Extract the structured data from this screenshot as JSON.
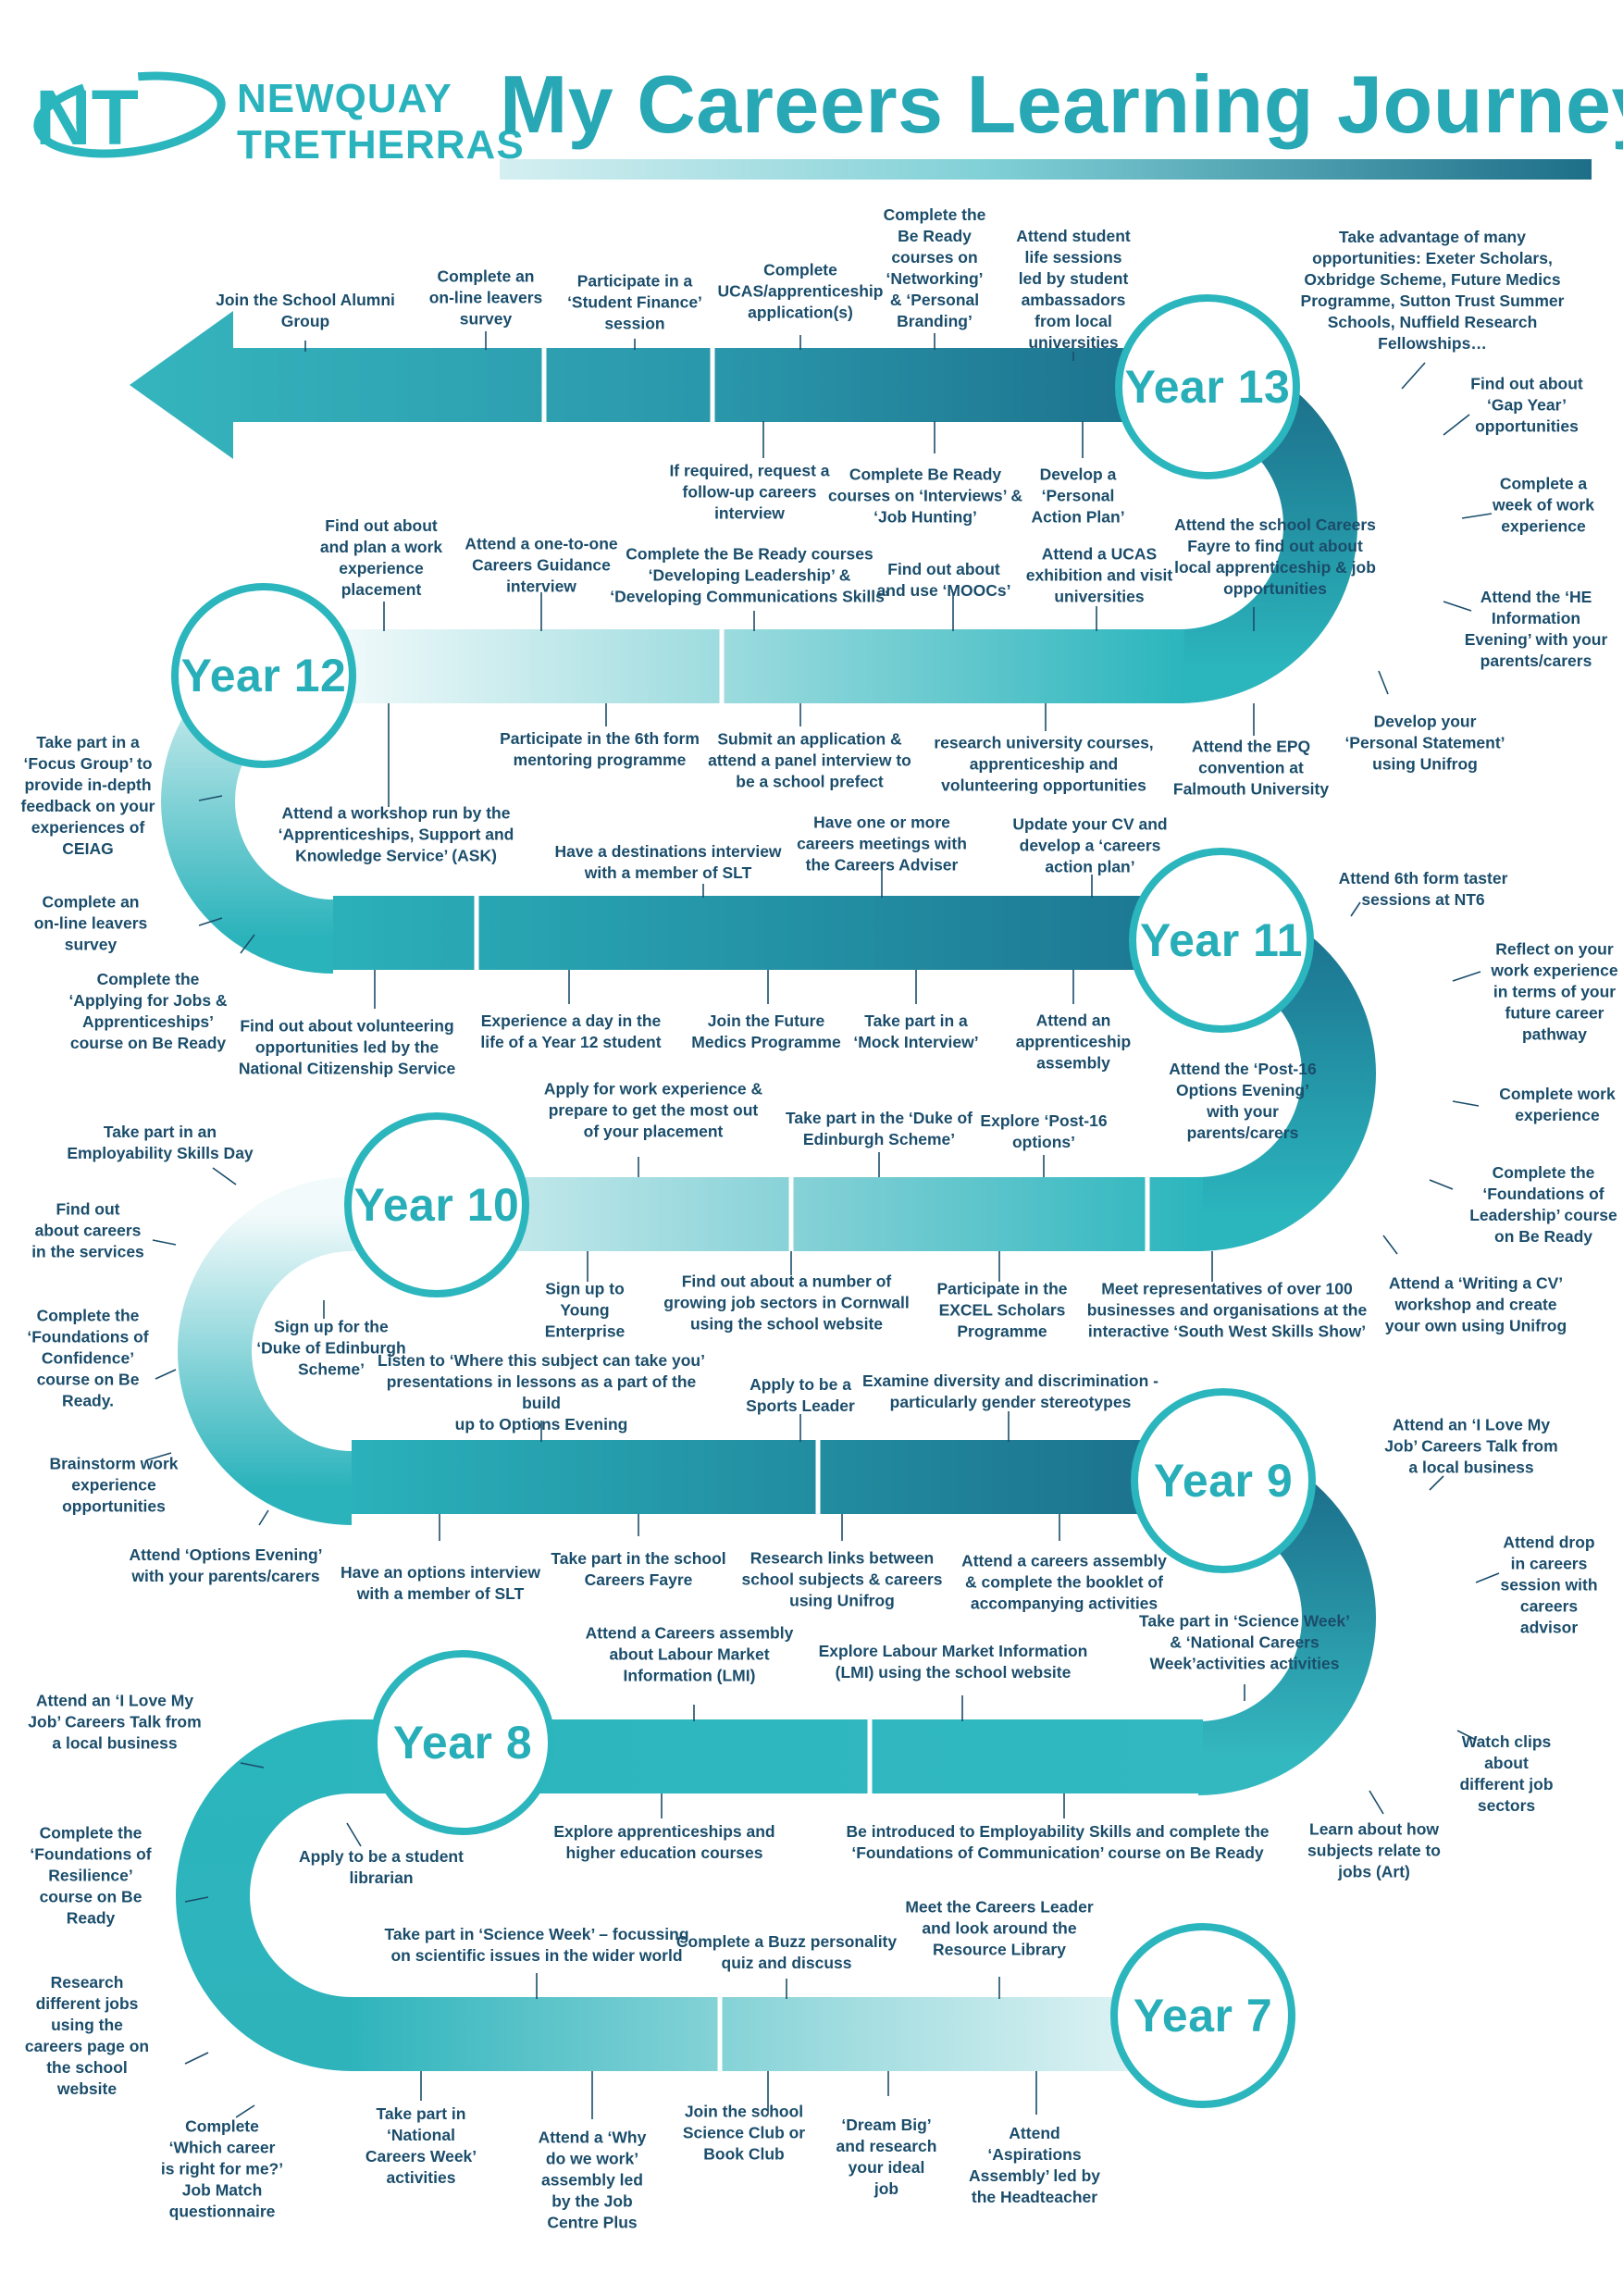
{
  "header": {
    "logo_initials": "NT",
    "brand_line1": "NEWQUAY",
    "brand_line2": "TRETHERRAS",
    "title": "My Careers Learning Journey"
  },
  "colors": {
    "teal": "#2bb5bd",
    "dark_teal": "#1b6e8a",
    "light_teal": "#dff3f4",
    "text": "#1b4d6b"
  },
  "years": [
    {
      "label": "Year 13"
    },
    {
      "label": "Year 12"
    },
    {
      "label": "Year 11"
    },
    {
      "label": "Year 10"
    },
    {
      "label": "Year 9"
    },
    {
      "label": "Year 8"
    },
    {
      "label": "Year 7"
    }
  ],
  "activities": {
    "y13": [
      "Join the School Alumni\nGroup",
      "Complete an\non-line leavers\nsurvey",
      "Participate in a\n‘Student Finance’\nsession",
      "Complete\nUCAS/apprenticeship\napplication(s)",
      "Complete the\nBe Ready\ncourses on\n‘Networking’\n& ‘Personal\nBranding’",
      "Attend student\nlife sessions\nled by student\nambassadors\nfrom local\nuniversities",
      "Take advantage of many\nopportunities: Exeter Scholars,\nOxbridge Scheme, Future Medics\nProgramme, Sutton Trust Summer\nSchools, Nuffield Research\nFellowships…",
      "Find out about\n‘Gap Year’\nopportunities",
      "Complete a\nweek of work\nexperience",
      "Attend the ‘HE\nInformation\nEvening’ with your\nparents/carers",
      "Develop your\n‘Personal Statement’\nusing Unifrog",
      "If required, request a\nfollow-up careers\ninterview",
      "Complete Be Ready\ncourses on ‘Interviews’ &\n‘Job Hunting’",
      "Develop a\n‘Personal\nAction Plan’"
    ],
    "y12": [
      "Find out about\nand plan a work\nexperience\nplacement",
      "Attend a one-to-one\nCareers Guidance\ninterview",
      "Complete the Be Ready courses\n‘Developing Leadership’ &\n‘Developing Communications Skills’",
      "Find out about\nand use ‘MOOCs’",
      "Attend a UCAS\nexhibition and visit\nuniversities",
      "Attend the school Careers\nFayre to find out about\nlocal apprenticeship & job\nopportunities",
      "Participate in the 6th form\nmentoring programme",
      "Submit an application &\nattend a panel interview to\nbe a school prefect",
      "research university courses,\napprenticeship and\nvolunteering opportunities",
      "Attend the EPQ\nconvention at\nFalmouth University",
      "Take part in a\n‘Focus Group’ to\nprovide in-depth\nfeedback on your\nexperiences of\nCEIAG",
      "Attend a workshop run by the\n‘Apprenticeships, Support and\nKnowledge Service’ (ASK)",
      "Complete an\non-line leavers\nsurvey",
      "Complete the\n‘Applying for Jobs &\nApprenticeships’\ncourse on Be Ready"
    ],
    "y11": [
      "Have a destinations interview\nwith a member of SLT",
      "Have one or more\ncareers meetings with\nthe Careers Adviser",
      "Update your CV and\ndevelop a ‘careers\naction plan’",
      "Attend 6th form taster\nsessions at NT6",
      "Reflect on your\nwork experience\nin terms of your\nfuture career\npathway",
      "Complete work\nexperience",
      "Complete the\n‘Foundations of\nLeadership’ course\non Be Ready",
      "Attend a ‘Writing a CV’\nworkshop and create\nyour own using Unifrog",
      "Find out about volunteering\nopportunities led by the\nNational Citizenship Service",
      "Experience a day in the\nlife of a Year 12 student",
      "Join the Future\nMedics Programme",
      "Take part in a\n‘Mock Interview’",
      "Attend an\napprenticeship\nassembly",
      "Attend the ‘Post-16\nOptions Evening’\nwith your\nparents/carers"
    ],
    "y10": [
      "Apply for work experience &\nprepare to get the most out\nof your placement",
      "Take part in the ‘Duke of\nEdinburgh Scheme’",
      "Explore ‘Post-16\noptions’",
      "Sign up to\nYoung\nEnterprise",
      "Find out about a number of\ngrowing job sectors in Cornwall\nusing the school website",
      "Participate in the\nEXCEL Scholars\nProgramme",
      "Meet representatives of over 100\nbusinesses and organisations at the\ninteractive ‘South West Skills Show’",
      "Take part in an\nEmployability Skills Day",
      "Find out\nabout careers\nin the services",
      "Complete the\n‘Foundations of\nConfidence’\ncourse on Be\nReady.",
      "Sign up for the\n‘Duke of Edinburgh\nScheme’",
      "Brainstorm work\nexperience\nopportunities"
    ],
    "y9": [
      "Listen to ‘Where this subject can take you’\npresentations in lessons as a part of the build\nup to Options Evening",
      "Apply to be a\nSports Leader",
      "Examine diversity and discrimination -\nparticularly gender stereotypes",
      "Attend an ‘I Love My\nJob’ Careers Talk from\na local business",
      "Attend drop\nin careers\nsession with\ncareers\nadvisor",
      "Attend ‘Options Evening’\nwith your parents/carers",
      "Have an options interview\nwith a member of SLT",
      "Take part in the school\nCareers Fayre",
      "Research links between\nschool subjects & careers\nusing Unifrog",
      "Attend a careers assembly\n& complete the booklet of\naccompanying activities",
      "Take part in ‘Science Week’\n& ‘National Careers\nWeek’activities activities"
    ],
    "y8": [
      "Attend a Careers assembly\nabout Labour Market\nInformation (LMI)",
      "Explore Labour Market Information\n(LMI) using the school website",
      "Watch clips\nabout\ndifferent job\nsectors",
      "Learn about how\nsubjects relate to\njobs (Art)",
      "Attend an ‘I Love My\nJob’ Careers Talk from\na local business",
      "Complete the\n‘Foundations of\nResilience’\ncourse on Be\nReady",
      "Apply to be a student\nlibrarian",
      "Explore apprenticeships and\nhigher education courses",
      "Be introduced to Employability Skills and complete the\n‘Foundations of Communication’ course on Be Ready"
    ],
    "y7": [
      "Take part in ‘Science Week’ – focussing\non scientific issues in the wider world",
      "Complete a Buzz personality\nquiz and discuss",
      "Meet the Careers Leader\nand look around the\nResource Library",
      "Research\ndifferent jobs\nusing the\ncareers page on\nthe school\nwebsite",
      "Complete\n‘Which career\nis right for me?’\nJob Match\nquestionnaire",
      "Take part in\n‘National\nCareers Week’\nactivities",
      "Attend a ‘Why\ndo we work’\nassembly led\nby the Job\nCentre Plus",
      "Join the school\nScience Club or\nBook Club",
      "‘Dream Big’\nand research\nyour ideal\njob",
      "Attend\n‘Aspirations\nAssembly’ led by\nthe Headteacher"
    ]
  }
}
